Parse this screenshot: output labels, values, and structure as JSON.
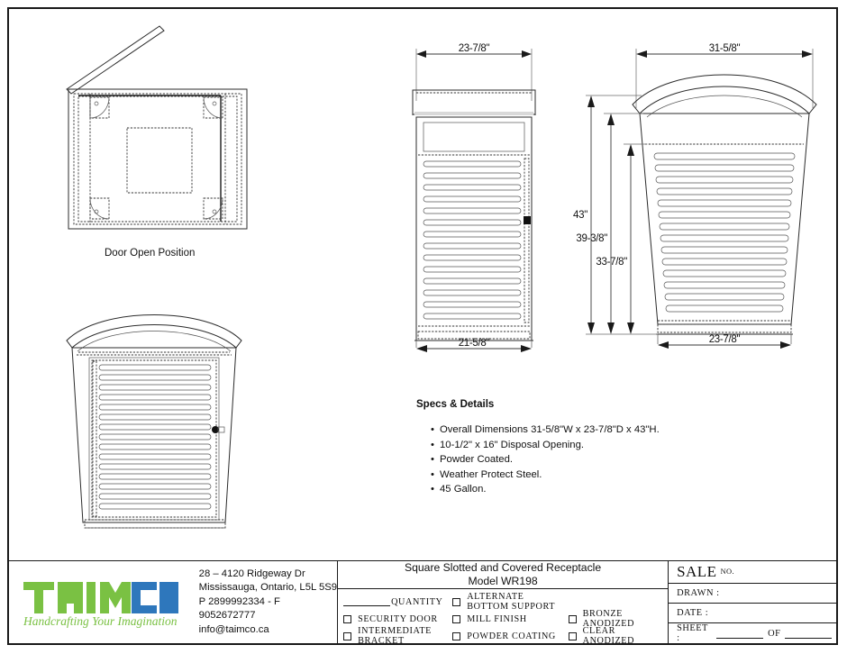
{
  "drawing": {
    "views": [
      {
        "id": "door-open-top-view",
        "caption": "Door Open Position"
      },
      {
        "id": "front-elevation-view",
        "caption": ""
      },
      {
        "id": "side-elevation-view",
        "caption": ""
      },
      {
        "id": "front-dimension-view",
        "caption": ""
      }
    ],
    "dimensions": {
      "side_top_width": "23-7/8\"",
      "side_bottom_width": "21-5/8\"",
      "front_top_width": "31-5/8\"",
      "front_bottom_width": "23-7/8\"",
      "height_overall": "43\"",
      "height_body": "39-3/8\"",
      "height_slots": "33-7/8\""
    }
  },
  "specs": {
    "heading": "Specs & Details",
    "items": [
      "Overall Dimensions  31-5/8\"W x 23-7/8\"D x 43\"H.",
      "10-1/2\" x 16\" Disposal Opening.",
      "Powder Coated.",
      "Weather Protect Steel.",
      "45 Gallon."
    ]
  },
  "title_block": {
    "company": {
      "name_part_1": "TAIM",
      "name_part_2": "CO",
      "tagline": "Handcrafting Your Imagination",
      "color_green": "#7ac143",
      "color_blue": "#2e77bc",
      "address_lines": [
        "28 – 4120 Ridgeway Dr",
        "Mississauga, Ontario, L5L 5S9",
        "P 2899992334 - F 9052672777",
        "info@taimco.ca"
      ]
    },
    "product": {
      "title": "Square Slotted and Covered Receptacle",
      "model": "Model WR198"
    },
    "options": {
      "quantity_label": "QUANTITY",
      "column_1": [
        "SECURITY DOOR",
        "INTERMEDIATE BRACKET"
      ],
      "column_2": [
        "ALTERNATE  BOTTOM  SUPPORT",
        "MILL FINISH",
        "POWDER COATING"
      ],
      "column_3": [
        "BRONZE ANODIZED",
        "CLEAR ANODIZED"
      ]
    },
    "fields": {
      "sale": "SALE",
      "sale_no": "NO.",
      "drawn": "DRAWN :",
      "date": "DATE :",
      "sheet": "SHEET :",
      "sheet_of": "OF"
    }
  }
}
